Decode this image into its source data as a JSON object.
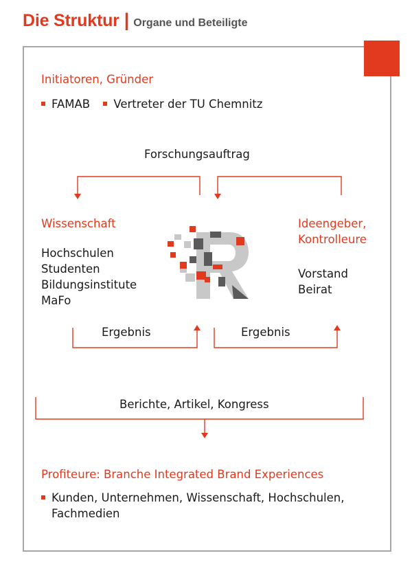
{
  "header": {
    "title": "Die Struktur",
    "separator": "|",
    "subtitle": "Organe und Beteiligte"
  },
  "colors": {
    "accent": "#e23a1e",
    "frame": "#a6a6a6",
    "logo_grey_dark": "#5a5a5a",
    "logo_grey_light": "#c8c8c8"
  },
  "initiators": {
    "title": "Initiatoren, Gründer",
    "items": [
      "FAMAB",
      "Vertreter der TU Chemnitz"
    ]
  },
  "flow": {
    "research_order": "Forschungsauftrag",
    "result_left": "Ergebnis",
    "result_right": "Ergebnis",
    "outputs": "Berichte, Artikel, Kongress"
  },
  "science": {
    "title": "Wissenschaft",
    "items": [
      "Hochschulen",
      "Studenten",
      "Bildungsinstitute",
      "MaFo"
    ]
  },
  "idea_givers": {
    "title_line1": "Ideengeber,",
    "title_line2": "Kontrolleure",
    "items": [
      "Vorstand",
      "Beirat"
    ]
  },
  "beneficiaries": {
    "title": "Profiteure: Branche Integrated Brand Experiences",
    "list_line1": "Kunden, Unternehmen, Wissenschaft, Hochschulen,",
    "list_line2": "Fachmedien"
  },
  "logo": {
    "icon": "r-pixel-logo"
  }
}
